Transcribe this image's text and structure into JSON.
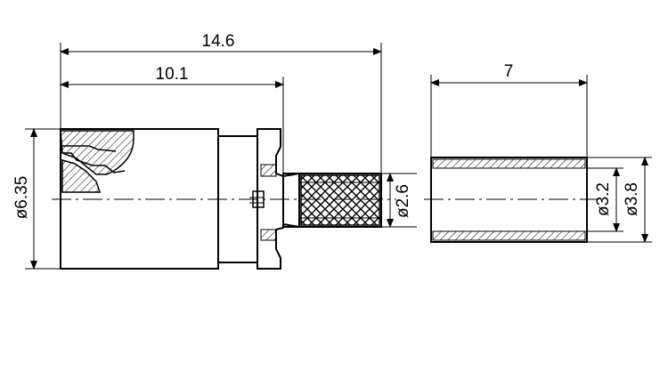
{
  "dimensions": {
    "overall_length": "14.6",
    "body_length": "10.1",
    "ferrule_length": "7",
    "body_diameter": "ø6.35",
    "pin_diameter": "ø2.6",
    "ferrule_inner_diameter": "ø3.2",
    "ferrule_outer_diameter": "ø3.8"
  }
}
